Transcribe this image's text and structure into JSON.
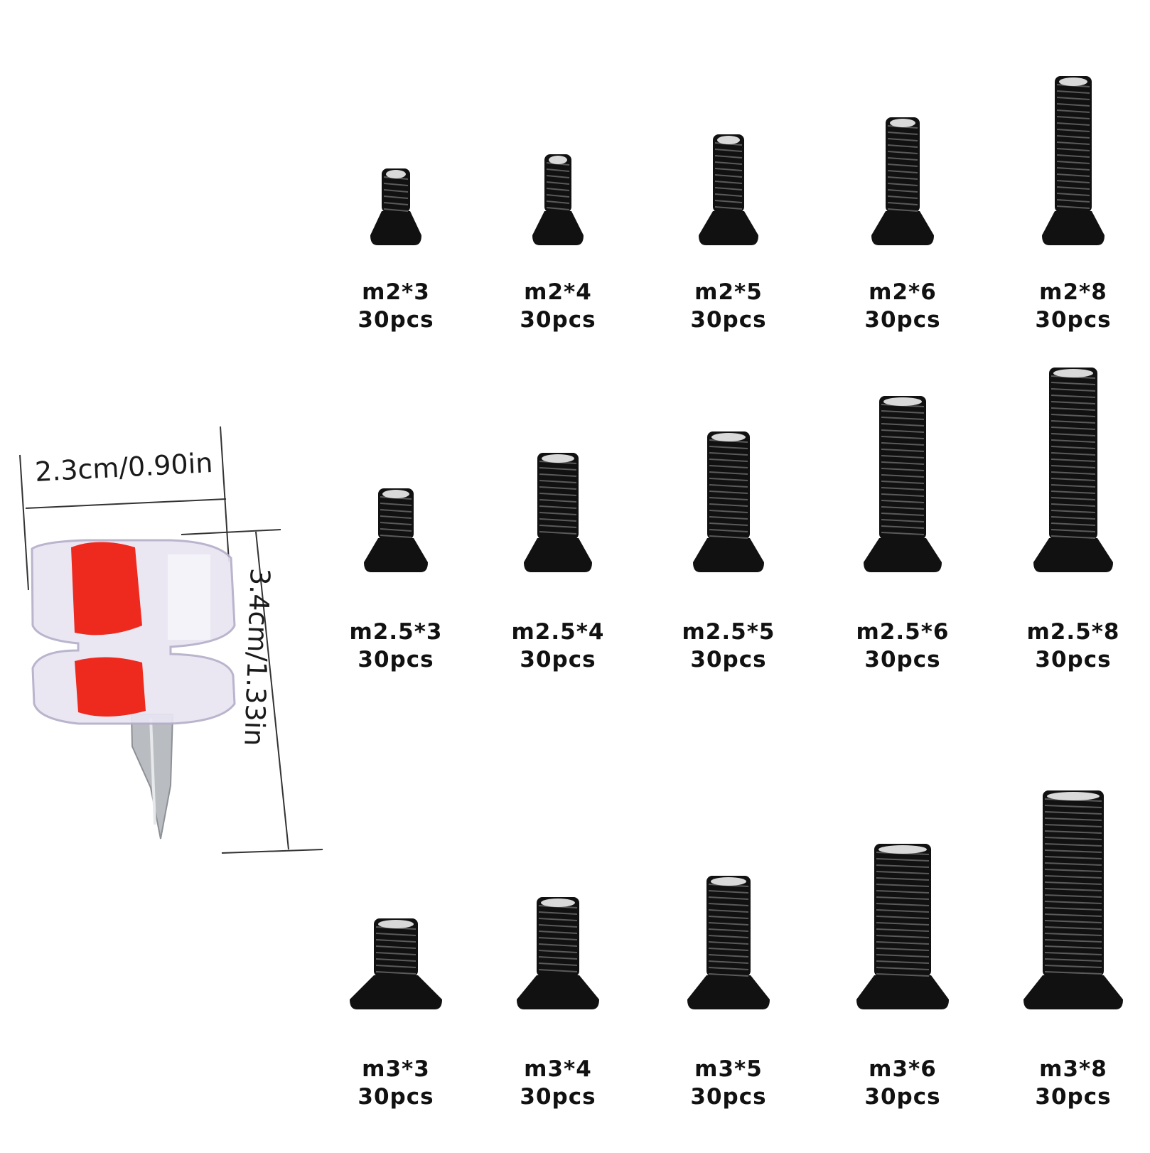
{
  "screwdriver": {
    "width_label": "2.3cm/0.90in",
    "height_label": "3.4cm/1.33in",
    "handle_color": "#ee2a1e",
    "body_color": "#e9e6f3",
    "bit_color": "#b9bcc0"
  },
  "screws": [
    {
      "size": "m2*3",
      "qty": "30pcs"
    },
    {
      "size": "m2*4",
      "qty": "30pcs"
    },
    {
      "size": "m2*5",
      "qty": "30pcs"
    },
    {
      "size": "m2*6",
      "qty": "30pcs"
    },
    {
      "size": "m2*8",
      "qty": "30pcs"
    },
    {
      "size": "m2.5*3",
      "qty": "30pcs"
    },
    {
      "size": "m2.5*4",
      "qty": "30pcs"
    },
    {
      "size": "m2.5*5",
      "qty": "30pcs"
    },
    {
      "size": "m2.5*6",
      "qty": "30pcs"
    },
    {
      "size": "m2.5*8",
      "qty": "30pcs"
    },
    {
      "size": "m3*3",
      "qty": "30pcs"
    },
    {
      "size": "m3*4",
      "qty": "30pcs"
    },
    {
      "size": "m3*5",
      "qty": "30pcs"
    },
    {
      "size": "m3*6",
      "qty": "30pcs"
    },
    {
      "size": "m3*8",
      "qty": "30pcs"
    }
  ],
  "screw_color": "#111111"
}
